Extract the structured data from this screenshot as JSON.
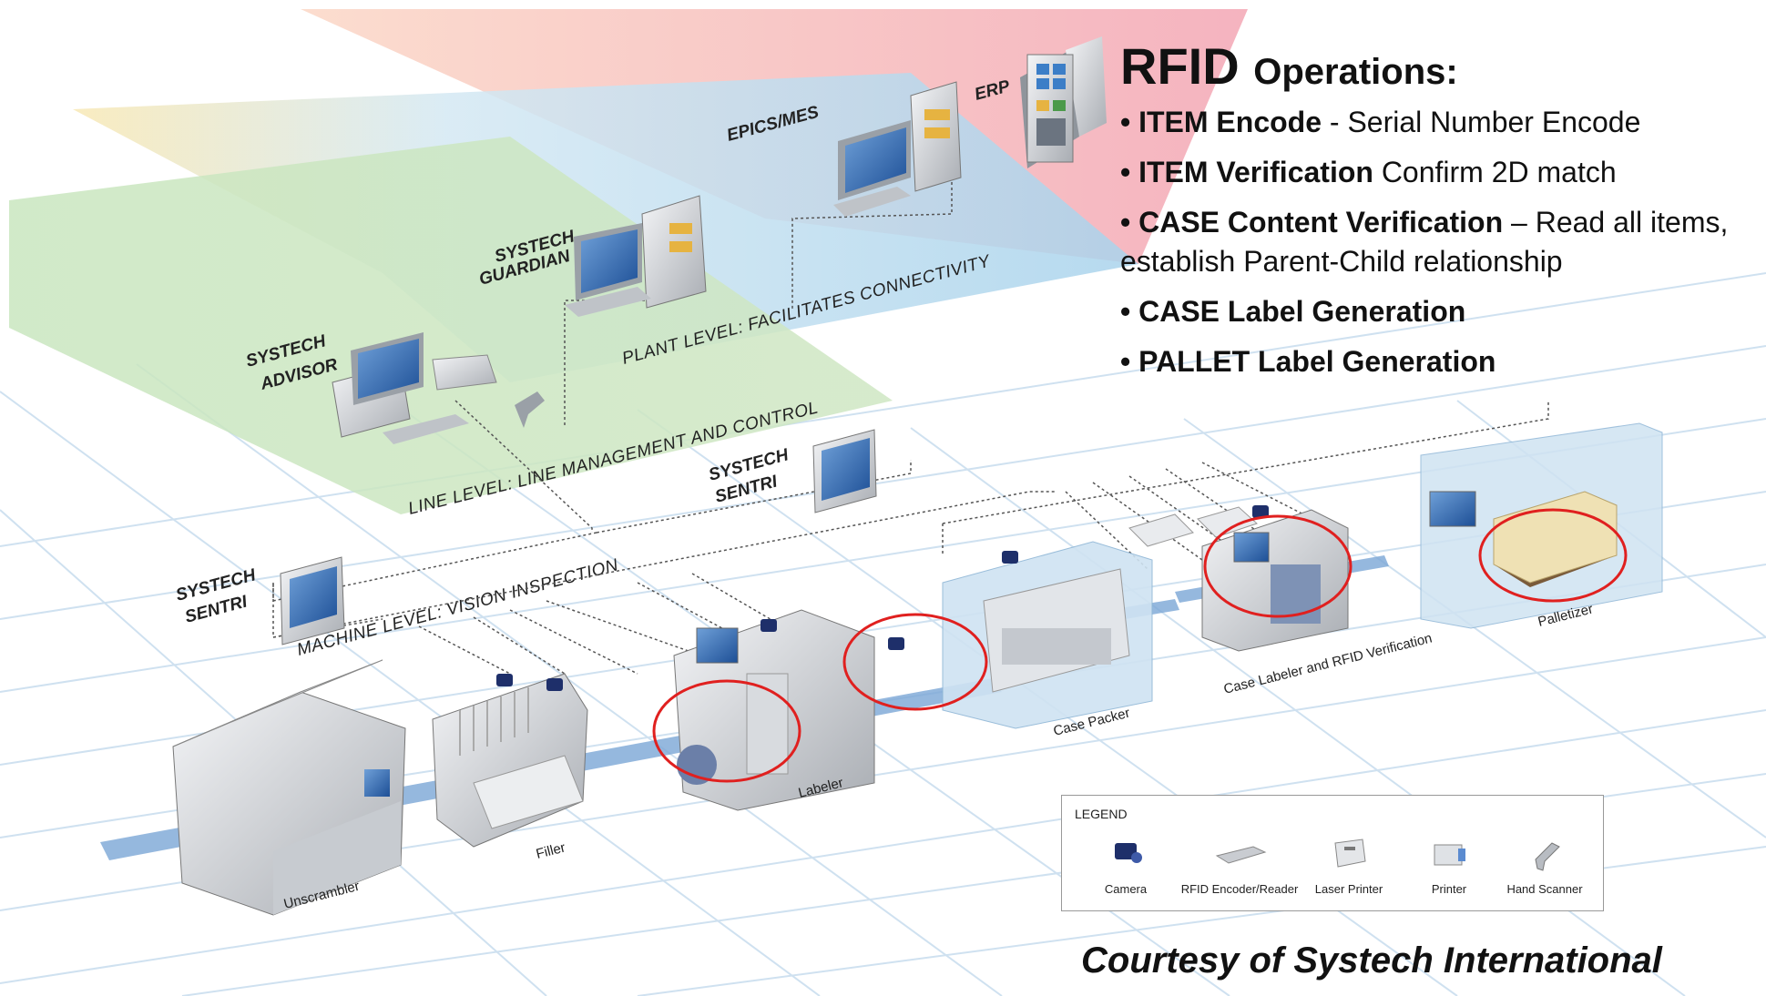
{
  "levels": {
    "plant": "PLANT LEVEL: FACILITATES CONNECTIVITY",
    "line": "LINE LEVEL: LINE MANAGEMENT AND CONTROL",
    "machine": "MACHINE LEVEL: VISION INSPECTION"
  },
  "systems": {
    "erp": "ERP",
    "epics": "EPICS/MES",
    "guardian": [
      "SYSTECH",
      "GUARDIAN"
    ],
    "advisor": [
      "SYSTECH",
      "ADVISOR"
    ],
    "sentri_top": [
      "SYSTECH",
      "SENTRI"
    ],
    "sentri_left": [
      "SYSTECH",
      "SENTRI"
    ]
  },
  "machines": {
    "unscrambler": "Unscrambler",
    "filler": "Filler",
    "labeler": "Labeler",
    "case_packer": "Case Packer",
    "case_labeler": "Case Labeler and RFID Verification",
    "palletizer": "Palletizer"
  },
  "operations": {
    "title_rfid": "RFID",
    "title_rest": "Operations:",
    "items": [
      {
        "bold": "• ITEM Encode",
        "rest": " - Serial Number Encode"
      },
      {
        "bold": "• ITEM Verification",
        "rest": " Confirm 2D match"
      },
      {
        "bold": "• CASE Content Verification",
        "rest": " – Read all items, establish Parent-Child relationship"
      },
      {
        "bold": "• CASE Label Generation",
        "rest": ""
      },
      {
        "bold": "• PALLET Label Generation",
        "rest": ""
      }
    ]
  },
  "legend": {
    "title": "LEGEND",
    "entries": [
      {
        "label": "Camera",
        "icon": "camera-icon"
      },
      {
        "label": "RFID Encoder/Reader",
        "icon": "rfid-reader-icon"
      },
      {
        "label": "Laser Printer",
        "icon": "laser-printer-icon"
      },
      {
        "label": "Printer",
        "icon": "printer-icon"
      },
      {
        "label": "Hand Scanner",
        "icon": "hand-scanner-icon"
      }
    ]
  },
  "courtesy": "Courtesy of Systech International",
  "colors": {
    "erp_layer": "#f2b6b0",
    "plant_layer": "#bcdcef",
    "line_layer": "#cde6c4",
    "highlight": "#e0201f",
    "grid": "#cfe1f0"
  }
}
